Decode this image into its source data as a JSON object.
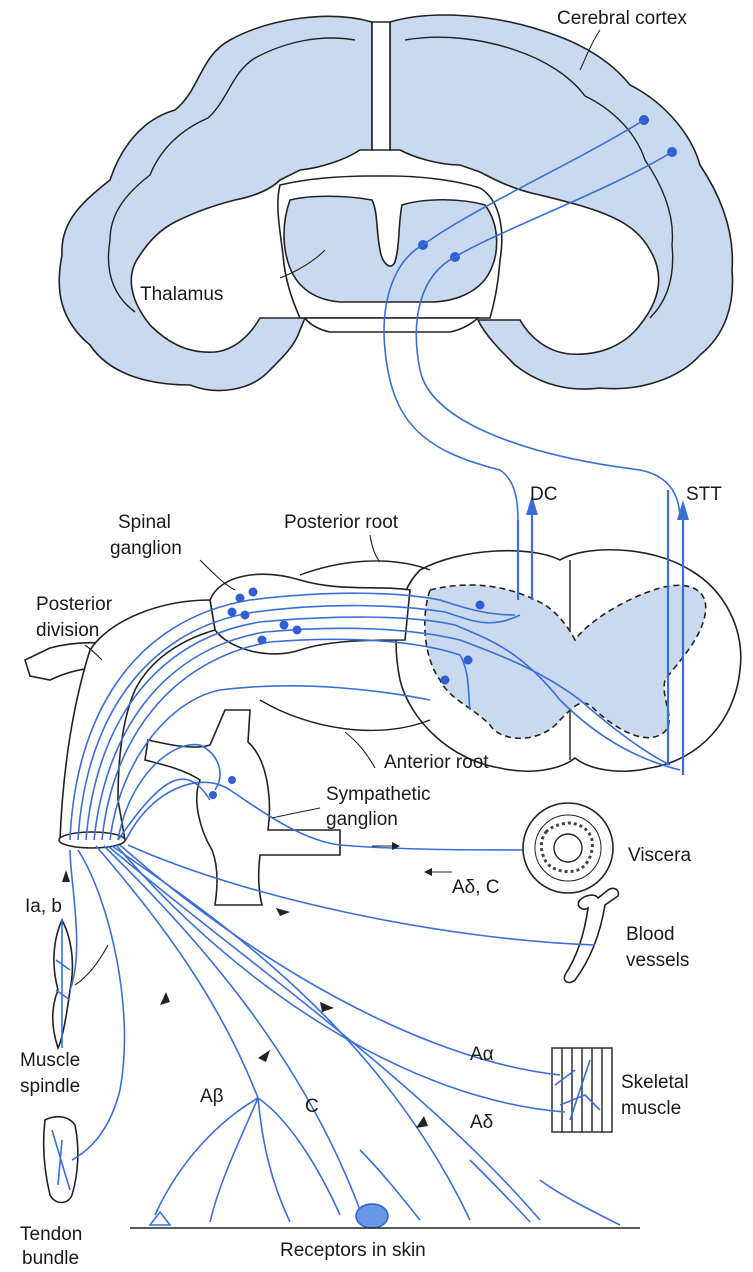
{
  "labels": {
    "cerebral_cortex": "Cerebral cortex",
    "thalamus": "Thalamus",
    "dc": "DC",
    "stt": "STT",
    "spinal_ganglion_1": "Spinal",
    "spinal_ganglion_2": "ganglion",
    "posterior_root": "Posterior root",
    "posterior_division_1": "Posterior",
    "posterior_division_2": "division",
    "anterior_root": "Anterior root",
    "sympathetic_ganglion_1": "Sympathetic",
    "sympathetic_ganglion_2": "ganglion",
    "viscera": "Viscera",
    "fiber_a_delta_c": "Aδ, C",
    "ia_b": "Ia, b",
    "blood_vessels_1": "Blood",
    "blood_vessels_2": "vessels",
    "muscle_spindle_1": "Muscle",
    "muscle_spindle_2": "spindle",
    "a_alpha": "Aα",
    "skeletal_muscle_1": "Skeletal",
    "skeletal_muscle_2": "muscle",
    "a_beta": "Aβ",
    "c_fiber": "C",
    "a_delta": "Aδ",
    "tendon_bundle_1": "Tendon",
    "tendon_bundle_2": "bundle",
    "receptors_in_skin": "Receptors in skin"
  },
  "colors": {
    "tissue_fill": "#c9d9ef",
    "nerve": "#3a6fd8",
    "outline": "#222222"
  }
}
